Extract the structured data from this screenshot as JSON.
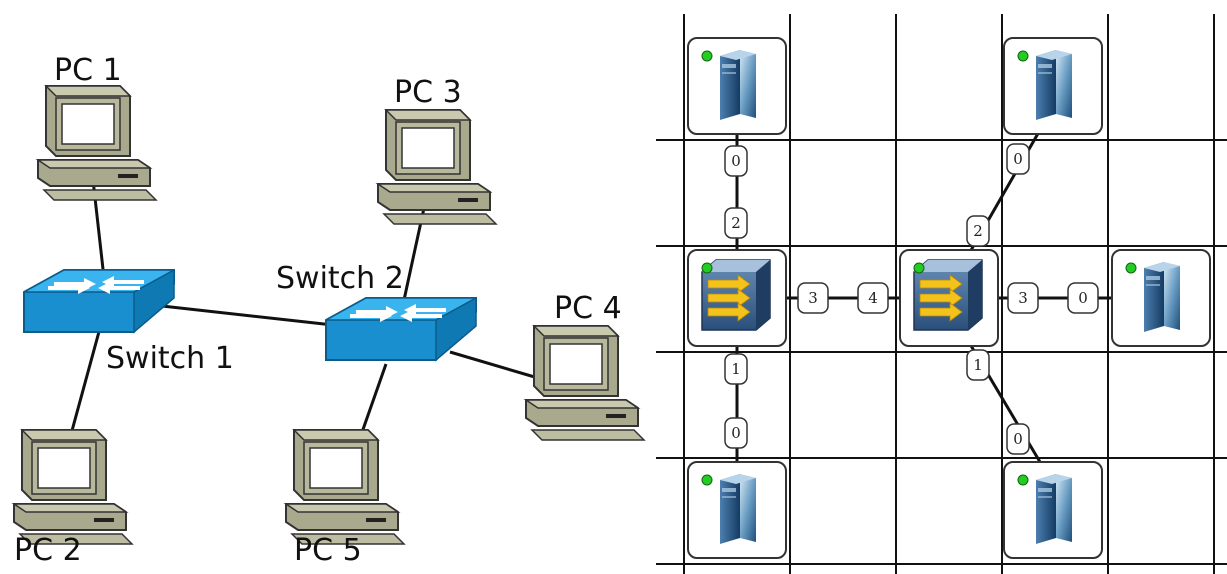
{
  "left_diagram": {
    "pcs": [
      {
        "id": "pc1",
        "label": "PC 1"
      },
      {
        "id": "pc2",
        "label": "PC 2"
      },
      {
        "id": "pc3",
        "label": "PC 3"
      },
      {
        "id": "pc4",
        "label": "PC 4"
      },
      {
        "id": "pc5",
        "label": "PC 5"
      }
    ],
    "switches": [
      {
        "id": "sw1",
        "label": "Switch 1"
      },
      {
        "id": "sw2",
        "label": "Switch 2"
      }
    ],
    "links": [
      [
        "pc1",
        "sw1"
      ],
      [
        "pc2",
        "sw1"
      ],
      [
        "sw1",
        "sw2"
      ],
      [
        "pc3",
        "sw2"
      ],
      [
        "pc4",
        "sw2"
      ],
      [
        "pc5",
        "sw2"
      ]
    ]
  },
  "right_diagram": {
    "status_color": "#22cc22",
    "devices": [
      {
        "id": "srv-top-left",
        "type": "server"
      },
      {
        "id": "srv-top-right",
        "type": "server"
      },
      {
        "id": "sw-left",
        "type": "switch"
      },
      {
        "id": "sw-right",
        "type": "switch"
      },
      {
        "id": "srv-right",
        "type": "server"
      },
      {
        "id": "srv-bottom-left",
        "type": "server"
      },
      {
        "id": "srv-bottom-right",
        "type": "server"
      }
    ],
    "ports": [
      "0",
      "2",
      "0",
      "2",
      "3",
      "4",
      "3",
      "0",
      "1",
      "0",
      "1",
      "0"
    ]
  }
}
